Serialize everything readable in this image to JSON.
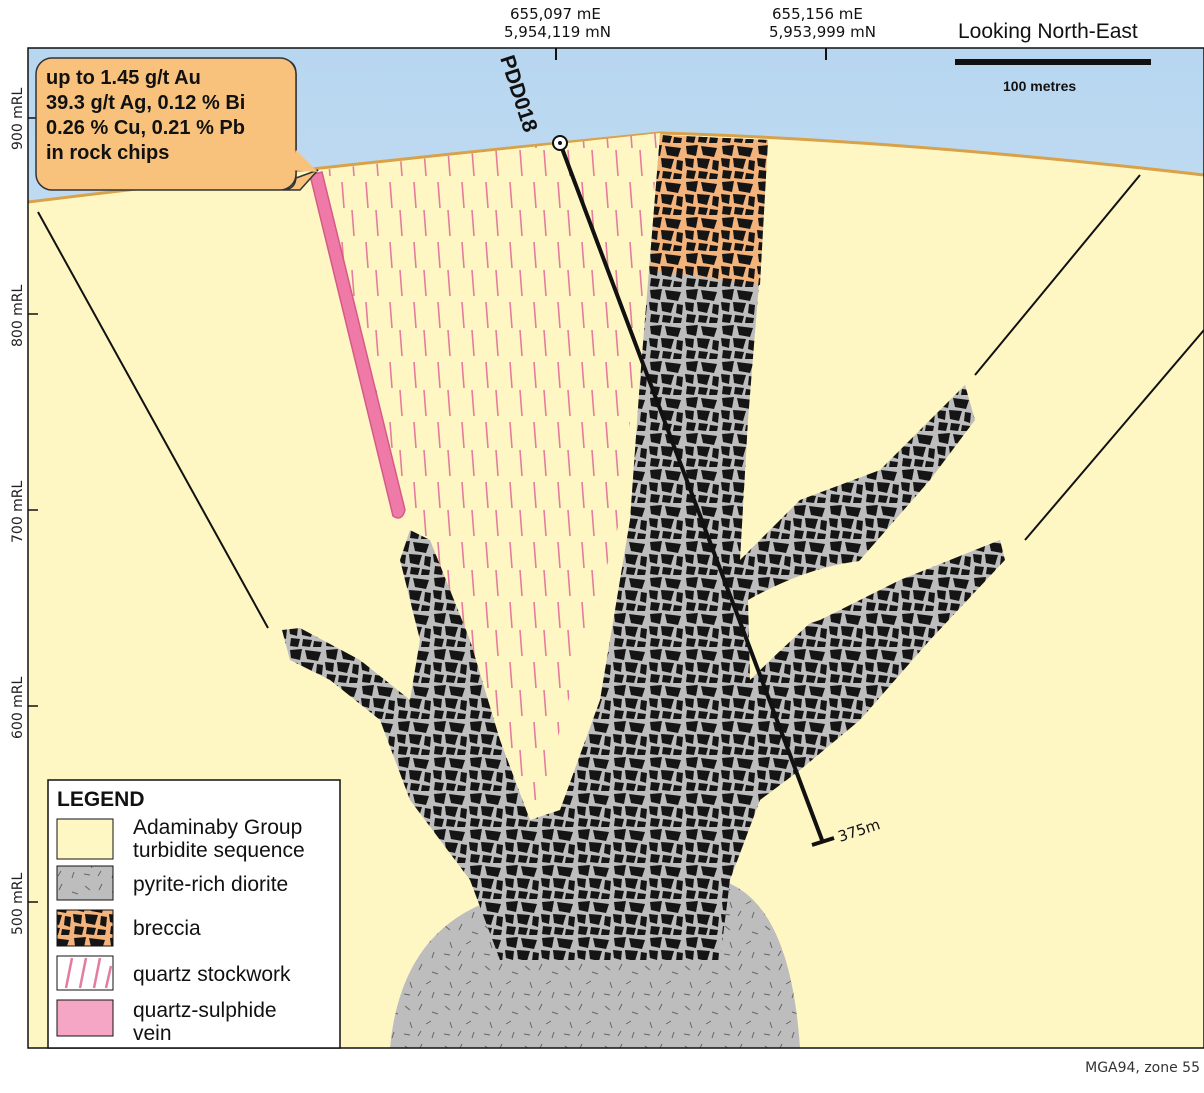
{
  "header": {
    "coord_left": [
      "655,097 mE",
      "5,954,119 mN"
    ],
    "coord_right": [
      "655,156 mE",
      "5,953,999 mN"
    ],
    "view_direction": "Looking North-East",
    "scale_bar_label": "100 metres"
  },
  "rl_labels": [
    "900 mRL",
    "800 mRL",
    "700 mRL",
    "600 mRL",
    "500 mRL"
  ],
  "callout": {
    "lines": [
      "up to 1.45 g/t Au",
      "39.3 g/t Ag, 0.12 % Bi",
      "0.26 % Cu, 0.21 % Pb",
      "in rock chips"
    ]
  },
  "drillhole": {
    "name": "PDD018",
    "depth_label": "375m"
  },
  "legend": {
    "title": "LEGEND",
    "items": [
      {
        "lines": [
          "Adaminaby Group",
          "turbidite sequence"
        ],
        "swatch": "turbidite"
      },
      {
        "lines": [
          "pyrite-rich diorite"
        ],
        "swatch": "diorite"
      },
      {
        "lines": [
          "breccia"
        ],
        "swatch": "breccia"
      },
      {
        "lines": [
          "quartz stockwork"
        ],
        "swatch": "stockwork"
      },
      {
        "lines": [
          "quartz-sulphide",
          "vein"
        ],
        "swatch": "vein"
      }
    ]
  },
  "footer": {
    "projection": "MGA94, zone 55"
  },
  "colors": {
    "sky": "#cde4f6",
    "turbidite": "#fff7c3",
    "surface_line": "#d8a24a",
    "diorite": "#bdbdbd",
    "breccia_fill": "#151515",
    "breccia_matrix": "#f3b37b",
    "stockwork_line": "#e57b9e",
    "vein": "#f07aa7",
    "callout": "#f8c27d"
  }
}
